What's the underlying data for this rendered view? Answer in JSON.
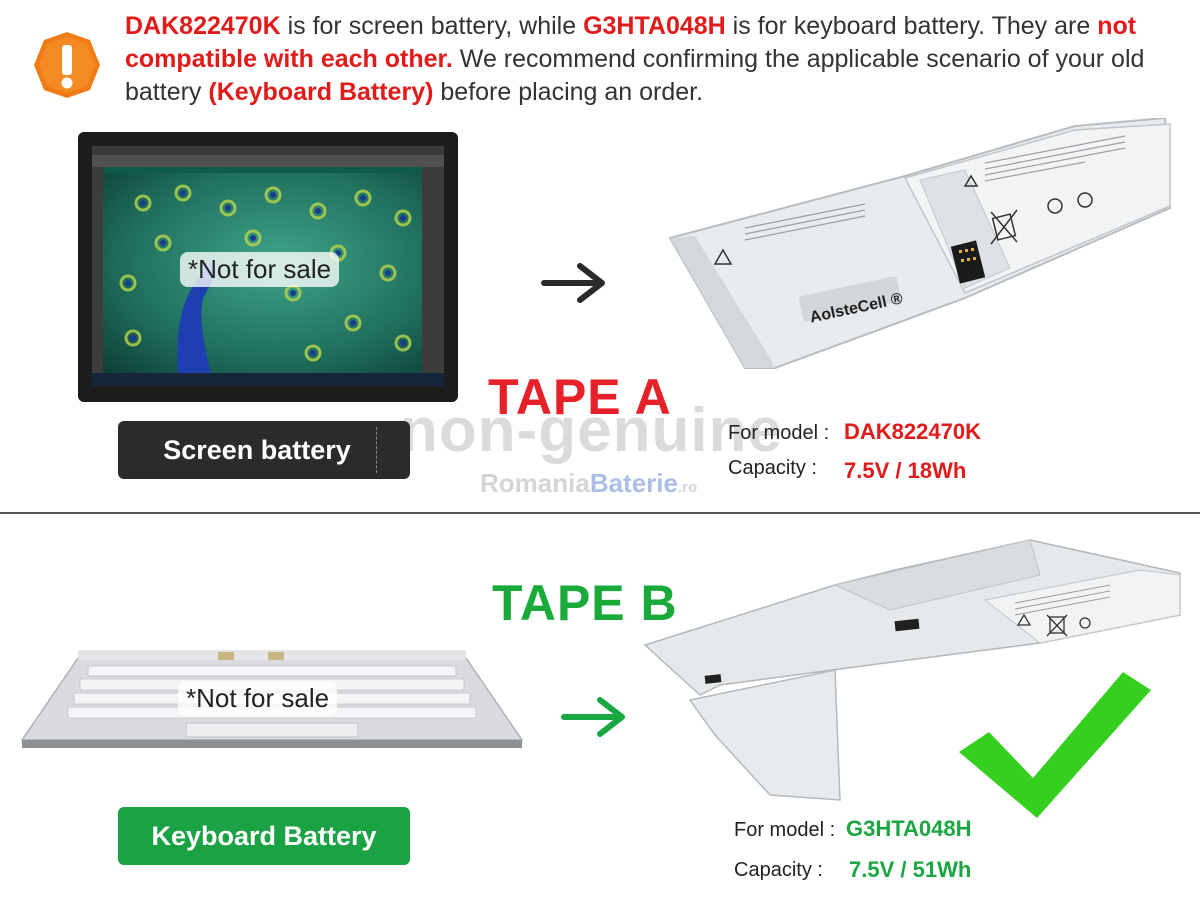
{
  "notice": {
    "part1": "DAK822470K",
    "part2": " is for screen battery, while ",
    "part3": "G3HTA048H",
    "part4": " is for keyboard battery. They are ",
    "part5": "not compatible with each other.",
    "part6": " We recommend confirming the applicable scenario of your old battery ",
    "part7": "(Keyboard Battery)",
    "part8": "  before placing an order."
  },
  "screen": {
    "not_for_sale": "*Not for sale",
    "button_label": "Screen battery",
    "tape": "TAPE A",
    "battery_brand": "AolsteCell ®",
    "model_label": "For model :",
    "model_value": "DAK822470K",
    "capacity_label": "Capacity :",
    "capacity_value": "7.5V / 18Wh"
  },
  "keyboard": {
    "not_for_sale": "*Not for sale",
    "button_label": "Keyboard Battery",
    "tape": "TAPE B",
    "model_label": "For model :",
    "model_value": "G3HTA048H",
    "capacity_label": "Capacity :",
    "capacity_value": "7.5V / 51Wh"
  },
  "watermark": {
    "main": "non-genuine",
    "site_part1": "Romania",
    "site_part2": "Baterie",
    "site_part3": ".ro"
  },
  "colors": {
    "accent_red": "#e11a1a",
    "accent_green": "#1aa640",
    "warning_orange": "#f07c18",
    "dark_button": "#2b2b2b",
    "green_button": "#1aa244"
  },
  "icons": {
    "warning": "warning-exclamation-icon",
    "arrow": "right-arrow-icon",
    "check": "checkmark-icon"
  }
}
